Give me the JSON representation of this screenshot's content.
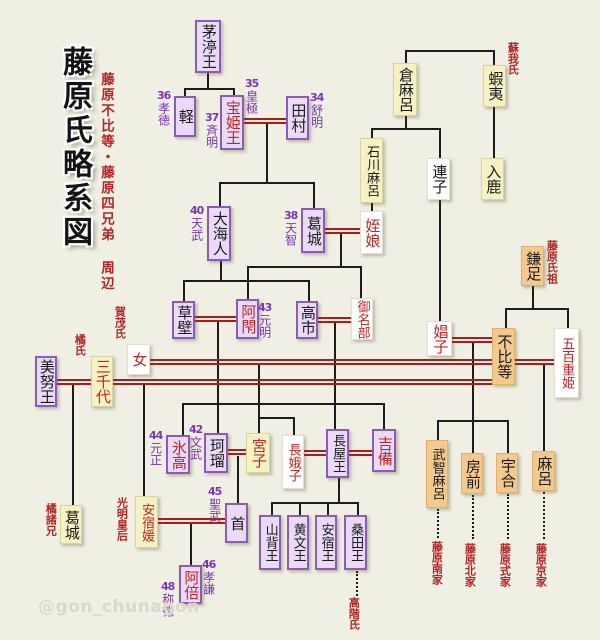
{
  "title": "藤原氏略系図",
  "subtitle": "藤原不比等・藤原四兄弟 周辺",
  "watermark": "@gon_chunagon",
  "colors": {
    "background": "#f0efe3",
    "marriage_line": "#aa1c1c",
    "purple_box_fill": "#e9daf7",
    "purple_box_border": "#8a5cb8",
    "yellow_box_fill": "#f6f1c3",
    "orange_box_fill": "#f4c98e",
    "white_box_fill": "#ffffff",
    "male_text": "#1a1a1a",
    "female_text": "#c32525",
    "era_label": "#7b35b8",
    "note_label": "#b32525"
  },
  "people": {
    "chinu": {
      "name": "茅渟王"
    },
    "karu": {
      "name": "軽"
    },
    "takara": {
      "name": "宝姫王"
    },
    "tamura": {
      "name": "田村"
    },
    "kuramaro": {
      "name": "倉麻呂"
    },
    "emishi": {
      "name": "蝦夷"
    },
    "ishikawamaro": {
      "name": "石川麻呂"
    },
    "muraji": {
      "name": "連子"
    },
    "iruka": {
      "name": "入鹿"
    },
    "oama": {
      "name": "大海人"
    },
    "kazuraki_tenji": {
      "name": "葛城"
    },
    "mei": {
      "name": "姪娘"
    },
    "kusakabe": {
      "name": "草壁"
    },
    "ahe": {
      "name": "阿閇"
    },
    "takechi": {
      "name": "高市"
    },
    "minabe": {
      "name": "御名部"
    },
    "kamatari": {
      "name": "鎌足"
    },
    "shoshi": {
      "name": "娼子"
    },
    "fuhito": {
      "name": "不比等"
    },
    "iohe": {
      "name": "五百重姫"
    },
    "mino": {
      "name": "美努王"
    },
    "michiyo": {
      "name": "三千代"
    },
    "onna": {
      "name": "女"
    },
    "hidaka": {
      "name": "氷高"
    },
    "karuru": {
      "name": "珂瑠"
    },
    "miyako": {
      "name": "宮子"
    },
    "nagako": {
      "name": "長娥子"
    },
    "nagaya": {
      "name": "長屋王"
    },
    "kibi": {
      "name": "吉備"
    },
    "muchimaro": {
      "name": "武智麻呂"
    },
    "fusasaki": {
      "name": "房前"
    },
    "umakai": {
      "name": "宇合"
    },
    "maro": {
      "name": "麻呂"
    },
    "katsuragi": {
      "name": "葛城"
    },
    "asukabehime": {
      "name": "安宿媛"
    },
    "obito": {
      "name": "首"
    },
    "abe": {
      "name": "阿倍"
    },
    "yamashiro": {
      "name": "山背王"
    },
    "kibumi": {
      "name": "黄文王"
    },
    "asukabe_o": {
      "name": "安宿王"
    },
    "kuwata": {
      "name": "桑田王"
    }
  },
  "era_labels": {
    "kotoku": {
      "num": "36",
      "name": "孝徳"
    },
    "kogyoku": {
      "num": "35",
      "name": "皇極"
    },
    "saimei": {
      "num": "37",
      "name": "斉明"
    },
    "jomei": {
      "num": "34",
      "name": "舒明"
    },
    "tenmu": {
      "num": "40",
      "name": "天武"
    },
    "tenji": {
      "num": "38",
      "name": "天智"
    },
    "genmei": {
      "num": "43",
      "name": "元明"
    },
    "gensho": {
      "num": "44",
      "name": "元正"
    },
    "monmu": {
      "num": "42",
      "name": "文武"
    },
    "shomu": {
      "num": "45",
      "name": "聖武"
    },
    "koken": {
      "num": "46",
      "name": "孝謙"
    },
    "shotoku": {
      "num": "48",
      "name": "称徳"
    }
  },
  "notes": {
    "sogashi": "蘇我氏",
    "fujiwara_shiso": "藤原氏祖",
    "kamoshi": "賀茂氏",
    "tachibanashi": "橘氏",
    "komyo": "光明皇后",
    "moroe": "橘諸兄",
    "takashina": "高階氏",
    "nanke": "藤原南家",
    "hokke": "藤原北家",
    "shikike": "藤原式家",
    "kyoke": "藤原京家"
  }
}
